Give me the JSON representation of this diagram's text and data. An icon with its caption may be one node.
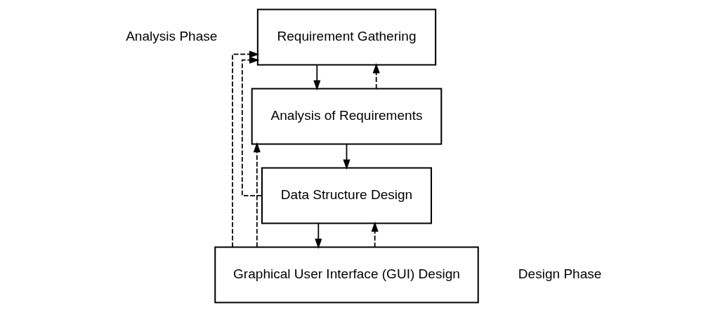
{
  "diagram": {
    "nodes": [
      {
        "text": [
          "Requirement Gathering"
        ]
      },
      {
        "text": [
          "Analysis of Requirements"
        ]
      },
      {
        "text": [
          "Data Structure Design"
        ]
      },
      {
        "text": [
          "Graphical User Interface (GUI) Design"
        ]
      }
    ],
    "edges": [
      {
        "from": 0,
        "to": 1,
        "arrow": "to"
      },
      {
        "from": 1,
        "to": 2,
        "arrow": "to"
      },
      {
        "from": 2,
        "to": 3,
        "arrow": "to"
      },
      {
        "from": 1,
        "to": 0,
        "arrow": "to",
        "style": "dashed"
      },
      {
        "from": 2,
        "to": 0,
        "arrow": "to",
        "style": "dashed"
      },
      {
        "from": 3,
        "to": 0,
        "arrow": "to",
        "style": "dashed"
      },
      {
        "from": 3,
        "to": 1,
        "arrow": "to",
        "style": "dashed"
      },
      {
        "from": 3,
        "to": 2,
        "arrow": "to",
        "style": "dashed"
      }
    ],
    "labels": [
      "Analysis Phase",
      "Design Phase"
    ]
  }
}
